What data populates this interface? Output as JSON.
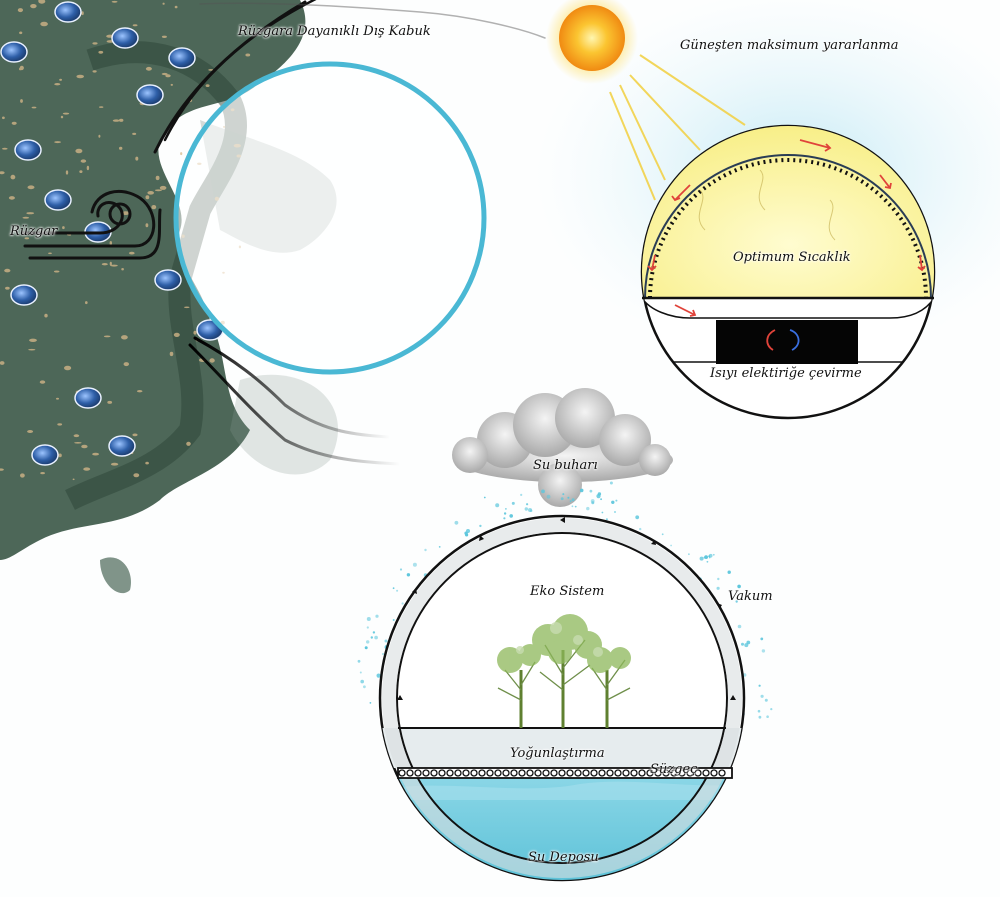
{
  "labels": {
    "outer_shell": "Rüzgara Dayanıklı Dış Kabuk",
    "sun_benefit": "Güneşten maksimum yararlanma",
    "wind": "Rüzgar",
    "optimum_temp": "Optimum Sıcaklık",
    "heat_to_electric": "Isıyı elektiriğe çevirme",
    "water_vapor": "Su buharı",
    "eco_system": "Eko Sistem",
    "vacuum": "Vakum",
    "condensation": "Yoğunlaştırma",
    "filter": "Süzgeç",
    "water_tank": "Su Deposu"
  },
  "colors": {
    "terrain": "#3e5a4a",
    "lake": "#2e5fa8",
    "sand": "#d8b98a",
    "shell_ring": "#4ab8d4",
    "sun_core": "#f7b21b",
    "sun_glow": "#fde37a",
    "dome_fill": "#fbf6a8",
    "sky_glow": "#cfeef7",
    "water": "#6ec9dc",
    "tree": "#6f9a3e",
    "arrow_red": "#e0433a",
    "arrow_blue": "#3a6fe0"
  },
  "icons": [
    "sun-icon",
    "wind-swirl-icon",
    "cloud-icon",
    "tree-icon"
  ]
}
